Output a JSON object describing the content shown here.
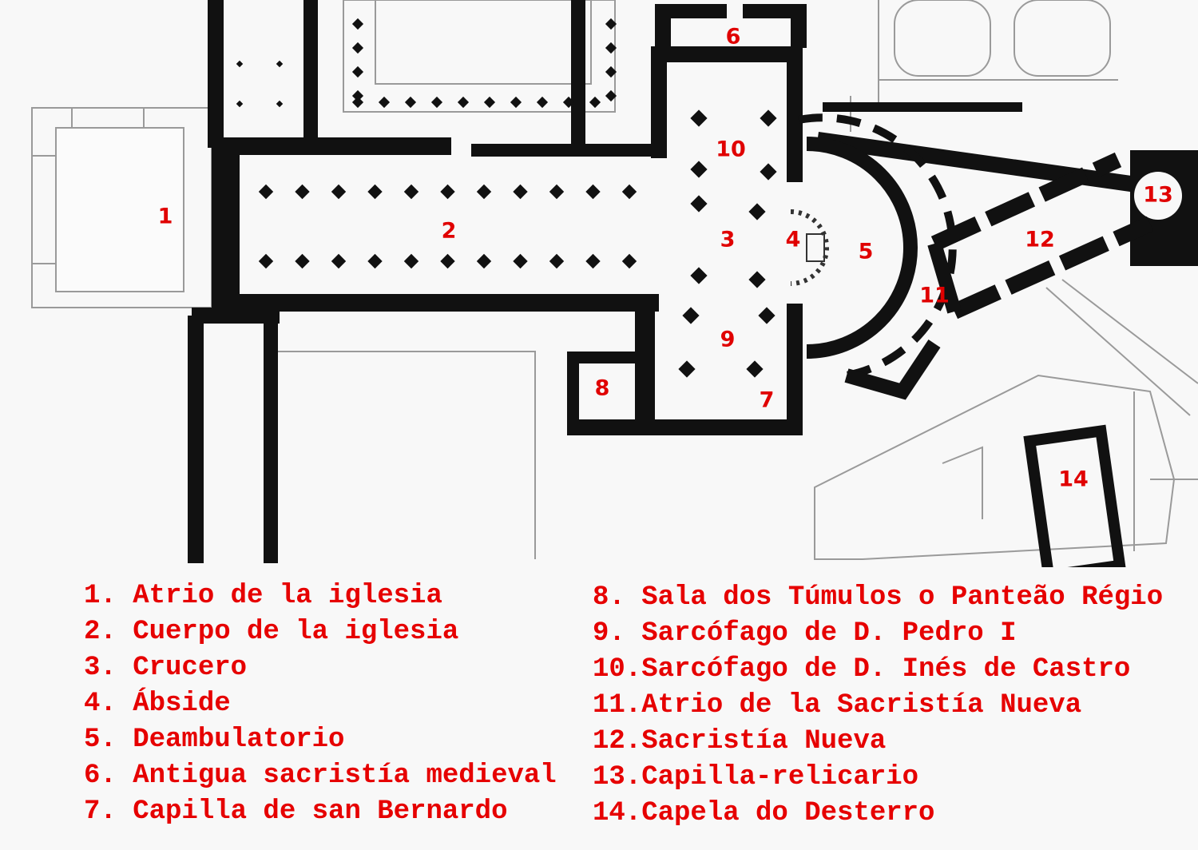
{
  "plan_labels": [
    "1",
    "2",
    "3",
    "4",
    "5",
    "6",
    "7",
    "8",
    "9",
    "10",
    "11",
    "12",
    "13",
    "14"
  ],
  "legend": {
    "left": [
      {
        "num": "1.",
        "text": "Atrio de la iglesia"
      },
      {
        "num": "2.",
        "text": "Cuerpo de la iglesia"
      },
      {
        "num": "3.",
        "text": "Crucero"
      },
      {
        "num": "4.",
        "text": "Ábside"
      },
      {
        "num": "5.",
        "text": "Deambulatorio"
      },
      {
        "num": "6.",
        "text": "Antigua sacristía medieval"
      },
      {
        "num": "7.",
        "text": "Capilla de san Bernardo"
      }
    ],
    "right": [
      {
        "num": "8.",
        "text": "Sala dos Túmulos o Panteão Régio"
      },
      {
        "num": "9.",
        "text": "Sarcófago de D. Pedro I"
      },
      {
        "num": "10.",
        "text": "Sarcófago de D. Inés de Castro"
      },
      {
        "num": "11.",
        "text": "Atrio de la Sacristía Nueva"
      },
      {
        "num": "12.",
        "text": "Sacristía Nueva"
      },
      {
        "num": "13.",
        "text": "Capilla-relicario"
      },
      {
        "num": "14.",
        "text": "Capela do Desterro"
      }
    ]
  },
  "colors": {
    "label": "#e00000",
    "wall": "#111111",
    "outline": "#9a9a9a"
  }
}
